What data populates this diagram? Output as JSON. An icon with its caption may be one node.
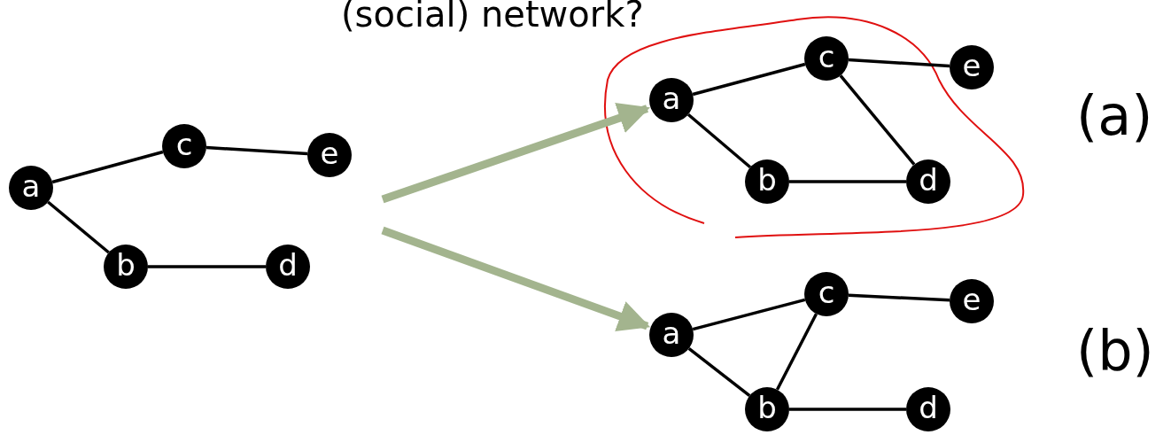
{
  "diagram": {
    "title": "(social) network?",
    "nodes": [
      {
        "text": [
          "a"
        ]
      },
      {
        "text": [
          "c"
        ]
      },
      {
        "text": [
          "e"
        ]
      },
      {
        "text": [
          "b"
        ]
      },
      {
        "text": [
          "d"
        ]
      },
      {
        "text": [
          "a"
        ]
      },
      {
        "text": [
          "c"
        ]
      },
      {
        "text": [
          "e"
        ]
      },
      {
        "text": [
          "b"
        ]
      },
      {
        "text": [
          "d"
        ]
      },
      {
        "text": [
          "a"
        ]
      },
      {
        "text": [
          "c"
        ]
      },
      {
        "text": [
          "e"
        ]
      },
      {
        "text": [
          "b"
        ]
      },
      {
        "text": [
          "d"
        ]
      }
    ],
    "edges": [
      {
        "from": 0,
        "to": 1,
        "arrow": "none"
      },
      {
        "from": 1,
        "to": 2,
        "arrow": "none"
      },
      {
        "from": 0,
        "to": 3,
        "arrow": "none"
      },
      {
        "from": 3,
        "to": 4,
        "arrow": "none"
      },
      {
        "from": 5,
        "to": 6,
        "arrow": "none"
      },
      {
        "from": 6,
        "to": 7,
        "arrow": "none"
      },
      {
        "from": 5,
        "to": 8,
        "arrow": "none"
      },
      {
        "from": 6,
        "to": 9,
        "arrow": "none"
      },
      {
        "from": 8,
        "to": 9,
        "arrow": "none"
      },
      {
        "from": 10,
        "to": 11,
        "arrow": "none"
      },
      {
        "from": 11,
        "to": 12,
        "arrow": "none"
      },
      {
        "from": 10,
        "to": 13,
        "arrow": "none"
      },
      {
        "from": 11,
        "to": 13,
        "arrow": "none"
      },
      {
        "from": 13,
        "to": 14,
        "arrow": "none"
      },
      {
        "from": null,
        "to": 5,
        "arrow": "to",
        "style": "thick",
        "color": "#a3b48e"
      },
      {
        "from": null,
        "to": 10,
        "arrow": "to",
        "style": "thick",
        "color": "#a3b48e"
      }
    ],
    "labels": [
      "(a)",
      "(b)"
    ]
  }
}
